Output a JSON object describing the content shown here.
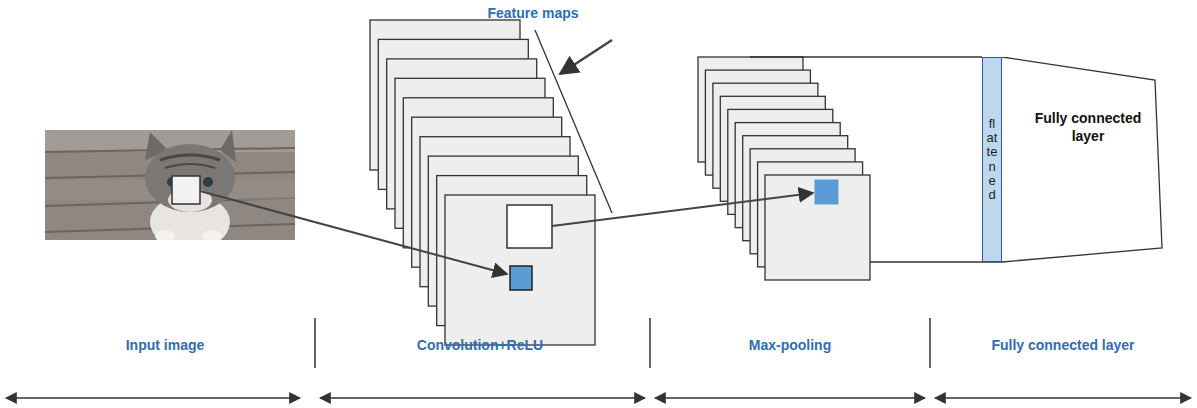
{
  "diagram": {
    "nodes": [
      {
        "text": [
          "flattened"
        ]
      },
      {
        "text": [
          "Fully connected layer"
        ]
      }
    ],
    "labels": [
      "Feature maps",
      "Input image",
      "Convolution+ReLU",
      "Max-pooling",
      "Fully connected layer"
    ]
  }
}
